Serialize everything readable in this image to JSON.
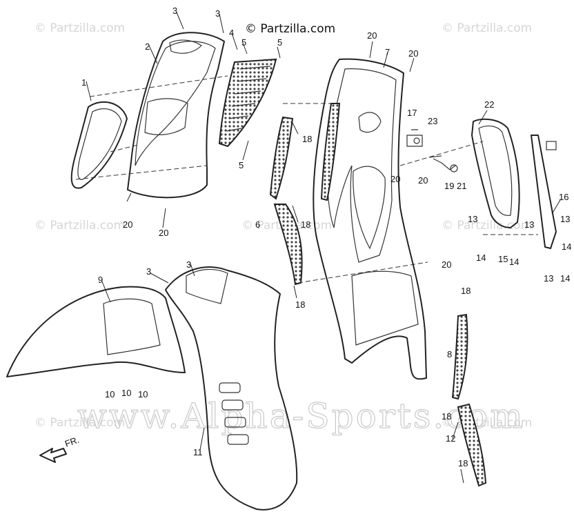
{
  "copyright": "© Partzilla.com",
  "watermarks": {
    "partzilla": "© Partzilla.com",
    "alpha": "www.Alpha-Sports.com"
  },
  "direction_label": "FR.",
  "callouts": [
    "1",
    "2",
    "3",
    "3",
    "3",
    "3",
    "4",
    "5",
    "5",
    "5",
    "6",
    "7",
    "8",
    "9",
    "10",
    "10",
    "10",
    "11",
    "12",
    "13",
    "13",
    "13",
    "13",
    "14",
    "14",
    "14",
    "14",
    "15",
    "16",
    "17",
    "18",
    "18",
    "18",
    "18",
    "18",
    "18",
    "19",
    "20",
    "20",
    "20",
    "20",
    "20",
    "20",
    "20",
    "21",
    "22",
    "23"
  ]
}
